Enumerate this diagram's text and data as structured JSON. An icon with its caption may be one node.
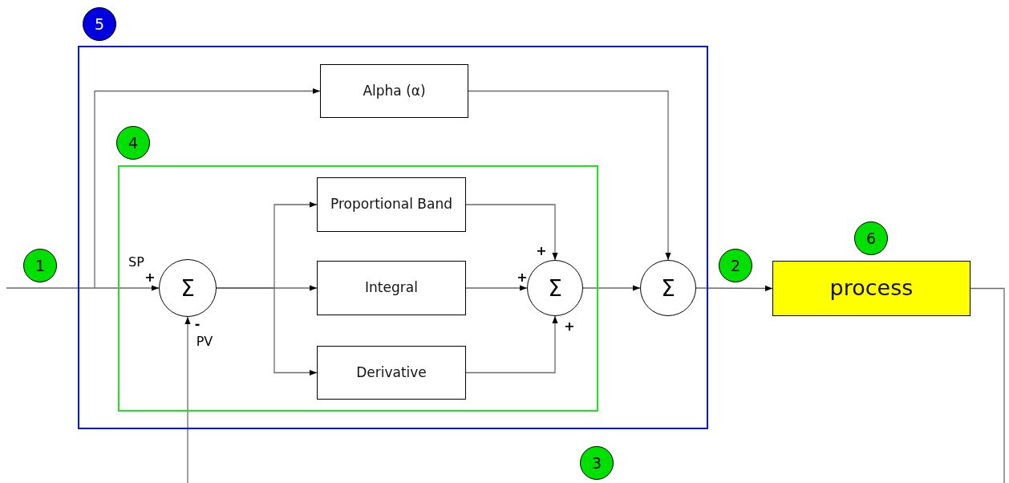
{
  "diagram": {
    "nodes": [
      {
        "text": [
          "5"
        ]
      },
      {
        "text": [],
        "shape": "box"
      },
      {
        "text": [
          "Alpha (α)"
        ],
        "in": 1
      },
      {
        "text": [
          "4"
        ],
        "in": 1
      },
      {
        "text": [],
        "shape": "box",
        "in": 1
      },
      {
        "text": [
          "Proportional Band"
        ],
        "in": 4
      },
      {
        "text": [
          "1"
        ]
      },
      {
        "text": [
          "Σ"
        ],
        "in": 4
      },
      {
        "text": [
          "Integral"
        ],
        "in": 4
      },
      {
        "text": [
          "Σ"
        ],
        "in": 4
      },
      {
        "text": [
          "Σ"
        ],
        "in": 1
      },
      {
        "text": [
          "2"
        ]
      },
      {
        "text": [
          "6"
        ]
      },
      {
        "text": [
          "process"
        ]
      },
      {
        "text": [
          "Derivative"
        ],
        "in": 4
      },
      {
        "text": [
          "3"
        ]
      }
    ],
    "edges": [
      {
        "from": null,
        "to": 7,
        "arrow": "to"
      },
      {
        "from": null,
        "to": 2,
        "arrow": "to"
      },
      {
        "from": 7,
        "to": 5,
        "arrow": "to"
      },
      {
        "from": 7,
        "to": 8,
        "arrow": "to"
      },
      {
        "from": 7,
        "to": 14,
        "arrow": "to"
      },
      {
        "from": 5,
        "to": 9,
        "arrow": "to"
      },
      {
        "from": 8,
        "to": 9,
        "arrow": "to"
      },
      {
        "from": 14,
        "to": 9,
        "arrow": "to"
      },
      {
        "from": 9,
        "to": 10,
        "arrow": "to"
      },
      {
        "from": 2,
        "to": 10,
        "arrow": "to"
      },
      {
        "from": 10,
        "to": 13,
        "arrow": "to"
      },
      {
        "from": 13,
        "to": null,
        "arrow": "none"
      },
      {
        "from": null,
        "to": 7,
        "arrow": "to"
      }
    ],
    "labels": [
      "+",
      "SP",
      "+",
      "+",
      "+",
      "-",
      "PV"
    ]
  }
}
